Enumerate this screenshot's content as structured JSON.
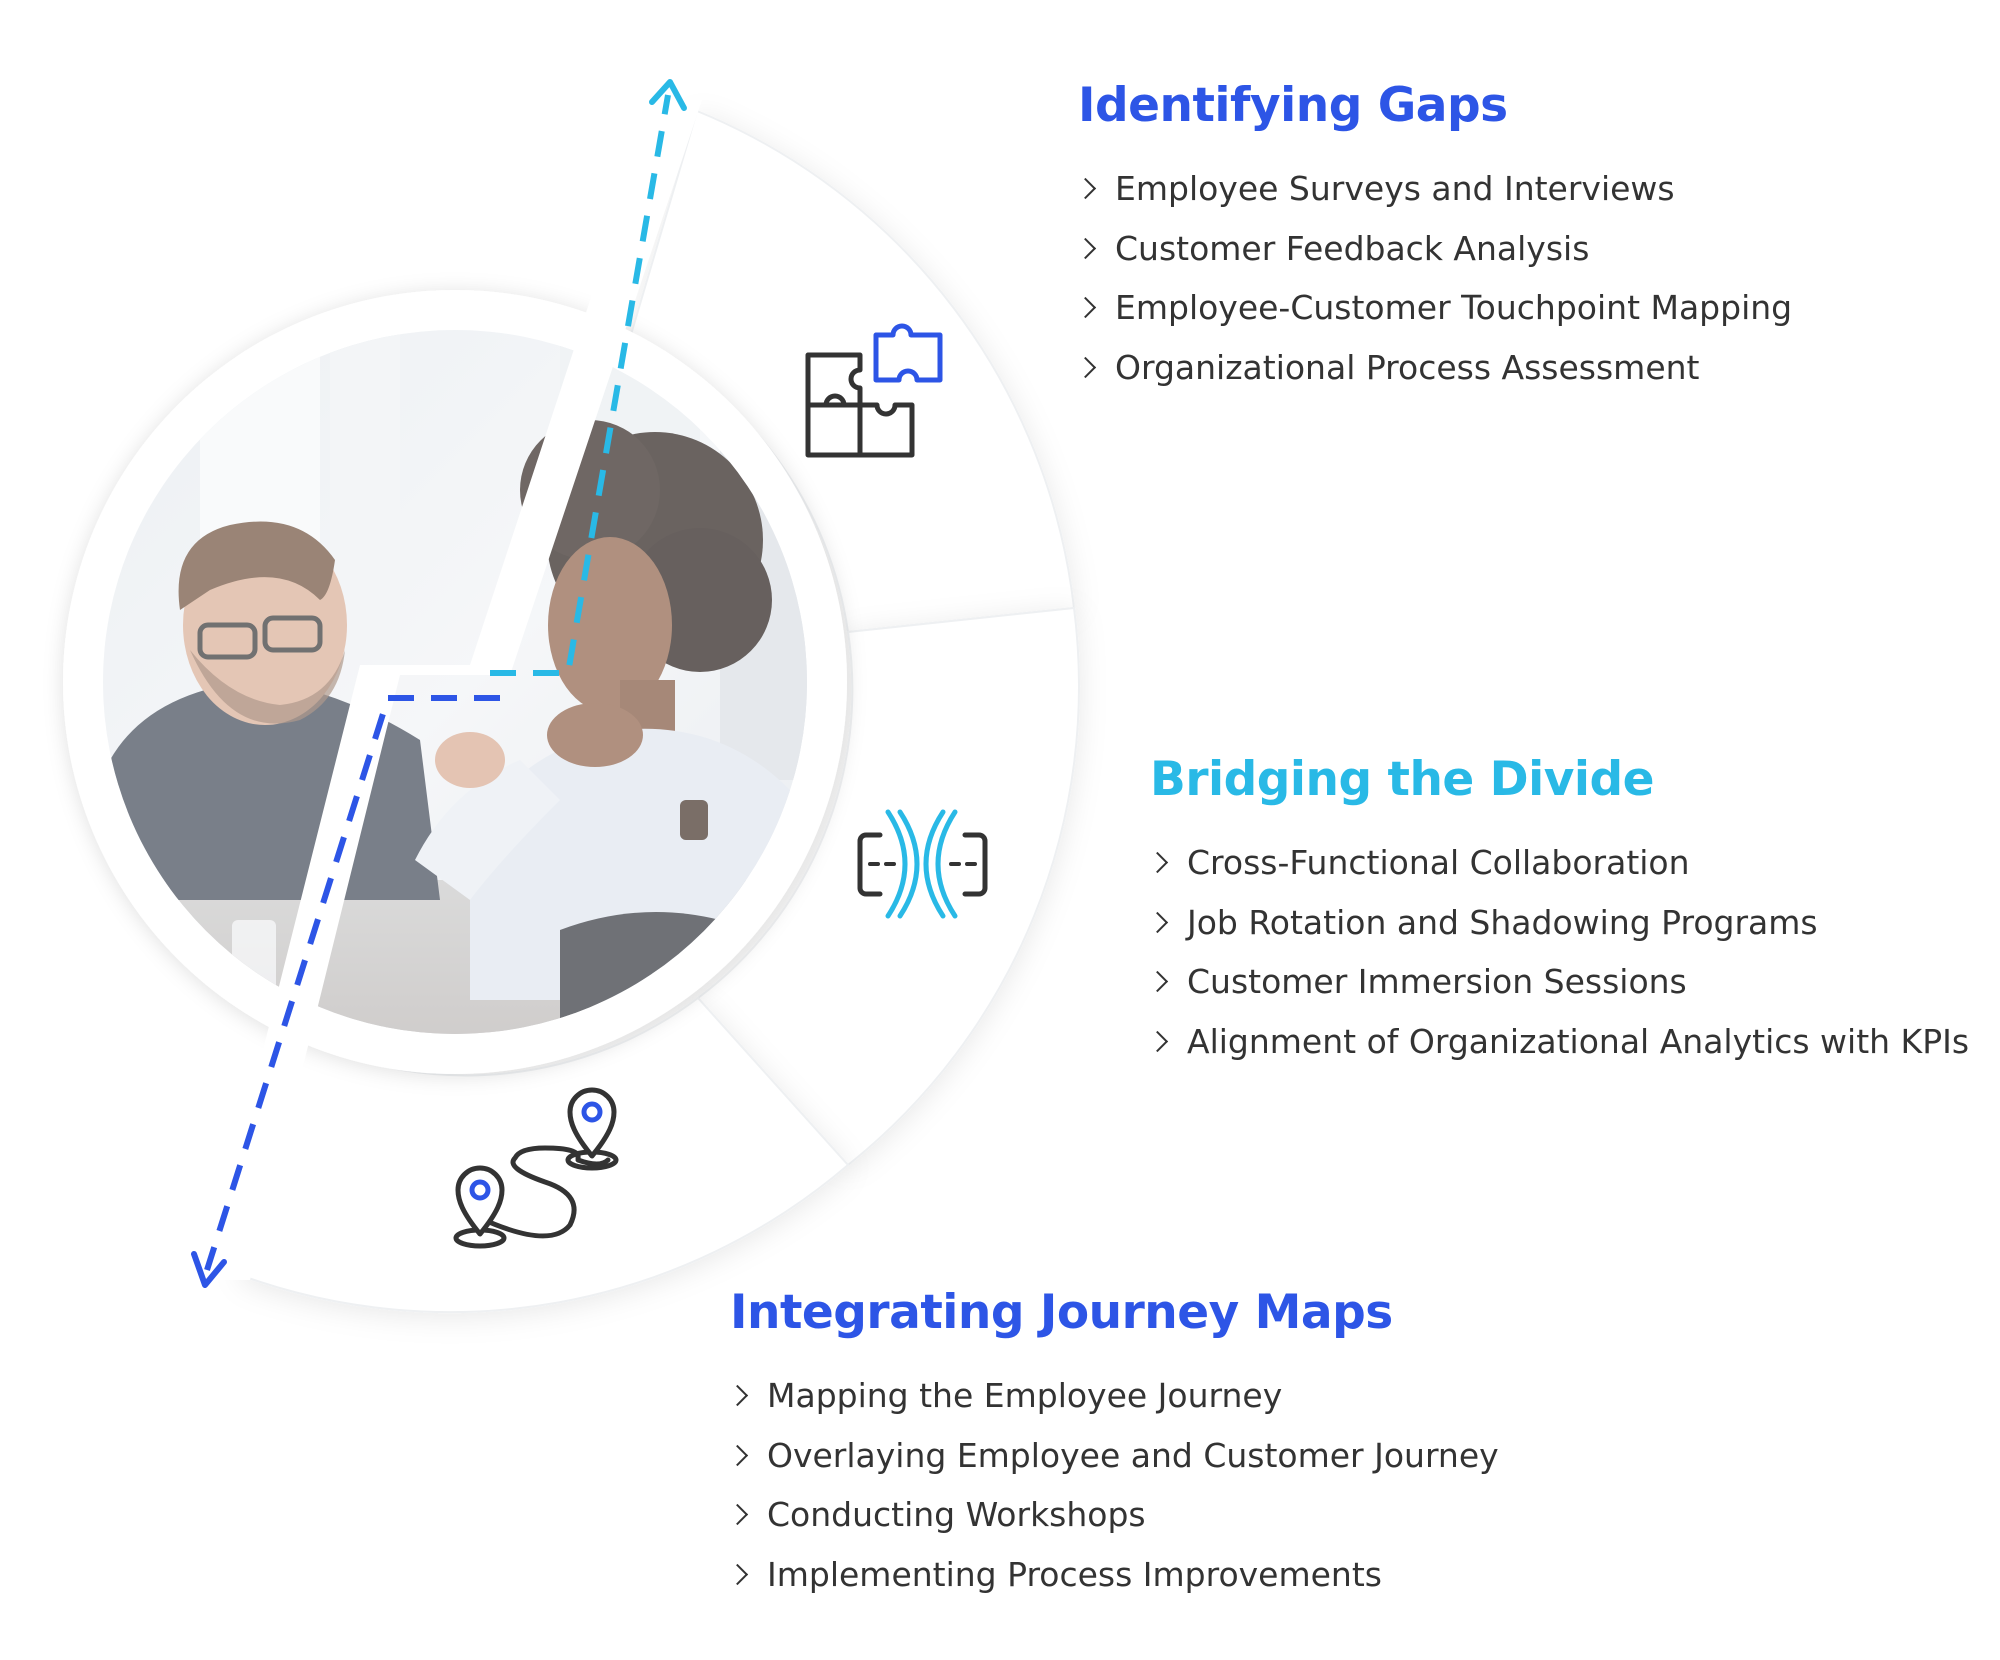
{
  "colors": {
    "primary_blue": "#2d55e6",
    "cyan": "#29b9e6",
    "dark": "#333333",
    "ring_fill": "#ffffff"
  },
  "icons": {
    "stage1": "puzzle-pieces-icon",
    "stage2": "bridge-icon",
    "stage3": "map-route-pins-icon",
    "photo": "business-meeting-photo"
  },
  "sections": {
    "gaps": {
      "title": "Identifying Gaps",
      "items": [
        "Employee Surveys and Interviews",
        "Customer Feedback Analysis",
        "Employee-Customer Touchpoint Mapping",
        "Organizational Process Assessment"
      ]
    },
    "divide": {
      "title": "Bridging the Divide",
      "items": [
        "Cross-Functional Collaboration",
        "Job Rotation and Shadowing Programs",
        "Customer Immersion Sessions",
        "Alignment of Organizational Analytics with KPIs"
      ]
    },
    "journey": {
      "title": "Integrating Journey Maps",
      "items": [
        "Mapping the Employee Journey",
        "Overlaying Employee and Customer Journey",
        "Conducting Workshops",
        "Implementing Process Improvements"
      ]
    }
  }
}
